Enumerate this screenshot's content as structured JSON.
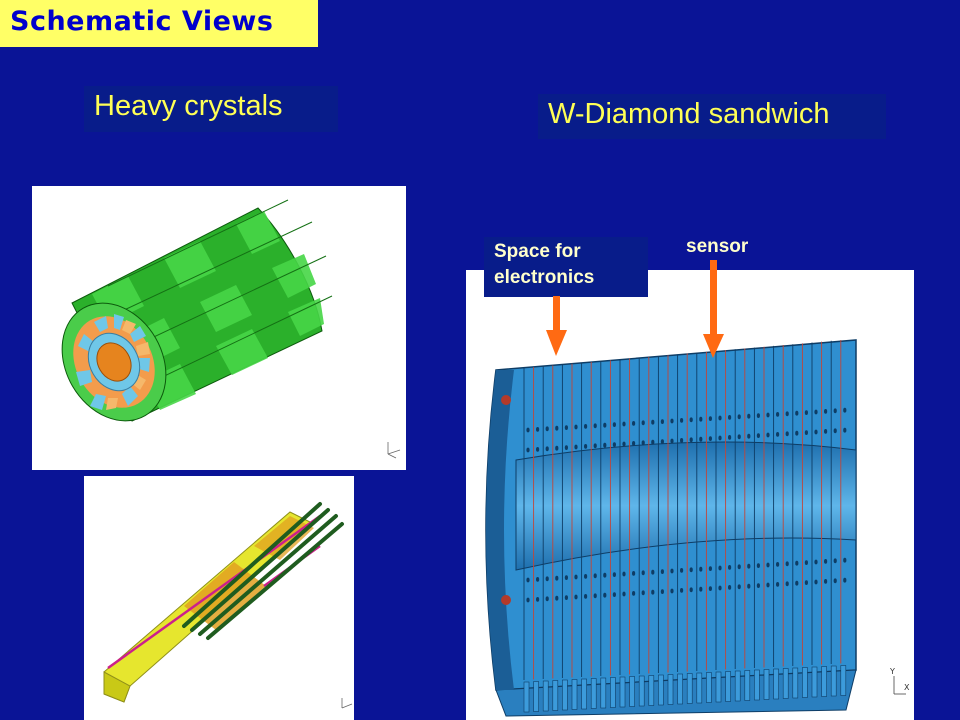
{
  "slide": {
    "title": "Schematic Views",
    "left_heading": "Heavy crystals",
    "right_heading": "W-Diamond sandwich",
    "annotations": {
      "space_line1": "Space for",
      "space_line2": "electronics",
      "sensor": "sensor"
    },
    "axis_labels": {
      "y": "Y",
      "x": "X"
    }
  },
  "colors": {
    "background": "#0A1496",
    "title_box": "#FFFF66",
    "title_text": "#0000CC",
    "heading_text": "#FFFF55",
    "arrow": "#FF6A13",
    "cylinder_green": "#33CC33",
    "sandwich_blue": "#2F8FD0"
  }
}
